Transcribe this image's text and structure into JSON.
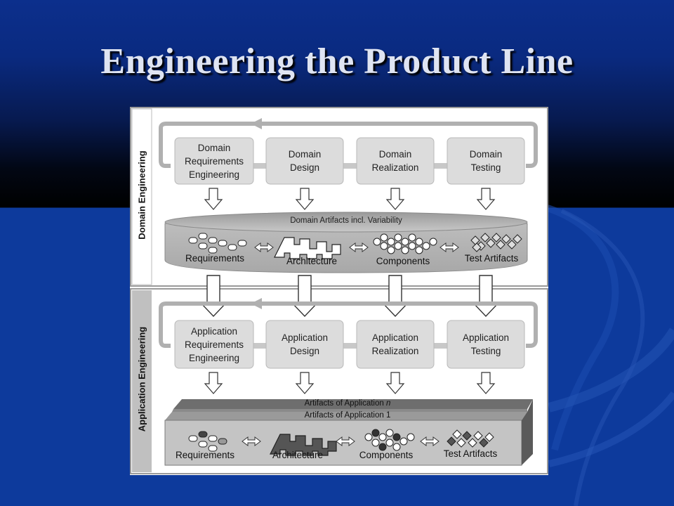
{
  "slide": {
    "title": "Engineering the Product Line"
  },
  "domain_engineering": {
    "side_label": "Domain Engineering",
    "processes": [
      "Domain Requirements Engineering",
      "Domain Design",
      "Domain Realization",
      "Domain Testing"
    ],
    "repository_label": "Domain Artifacts incl. Variability",
    "artifacts": [
      "Requirements",
      "Architecture",
      "Components",
      "Test Artifacts"
    ]
  },
  "application_engineering": {
    "side_label": "Application Engineering",
    "processes": [
      "Application Requirements Engineering",
      "Application Design",
      "Application Realization",
      "Application Testing"
    ],
    "repository_label_n_prefix": "Artifacts of Application ",
    "repository_label_n_suffix": "n",
    "repository_label_1": "Artifacts of Application 1",
    "artifacts": [
      "Requirements",
      "Architecture",
      "Components",
      "Test Artifacts"
    ]
  },
  "colors": {
    "slide_background": "#0d3a9c",
    "process_box": "#dcdcdc",
    "repository": "#b8b8b8",
    "side_band": "#c0c0c0"
  }
}
